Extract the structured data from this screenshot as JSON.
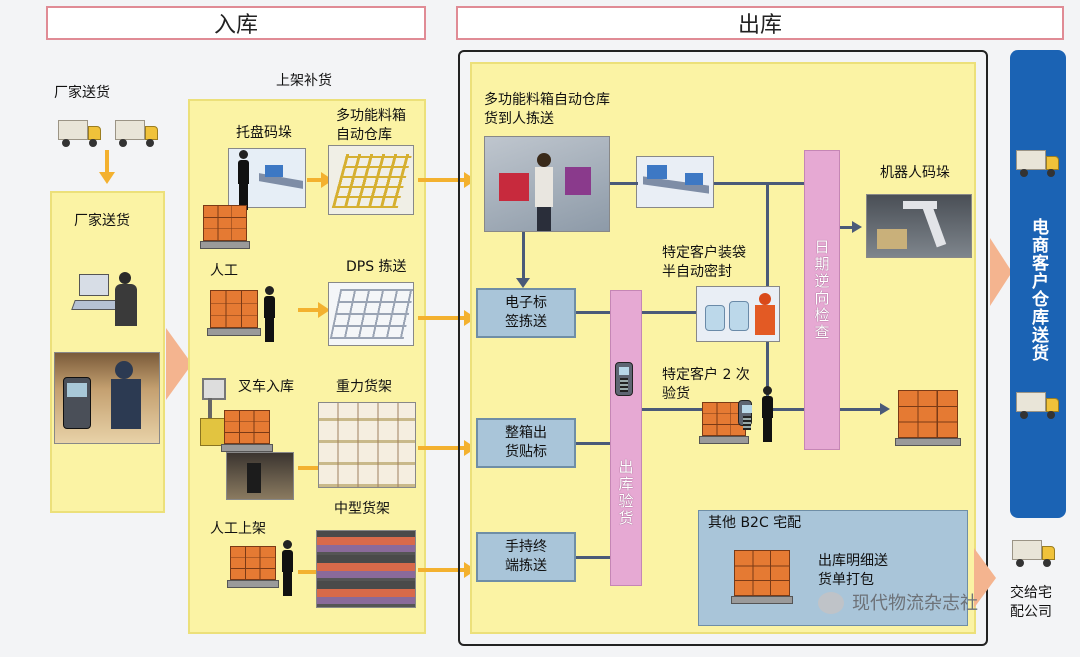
{
  "headers": {
    "inbound": "入库",
    "outbound": "出库"
  },
  "inbound": {
    "supplier_label": "厂家送货",
    "supplier_box_label": "厂家送货",
    "restock_title": "上架补货",
    "pallet_stack_label": "托盘码垛",
    "multi_bin_label": "多功能料箱\n自动仓库",
    "manual_label": "人工",
    "dps_label": "DPS 拣送",
    "forklift_label": "叉车入库",
    "gravity_rack_label": "重力货架",
    "manual_shelving_label": "人工上架",
    "medium_rack_label": "中型货架"
  },
  "outbound": {
    "multi_bin_g2p_label": "多功能料箱自动仓库\n货到人拣送",
    "electronic_label_box": "电子标\n签拣送",
    "full_case_box": "整箱出\n货贴标",
    "handheld_box": "手持终\n端拣送",
    "outbound_check_bar": "出库验货",
    "date_reverse_check_bar": "日期逆向检查",
    "bagging_label": "特定客户装袋\n半自动密封",
    "second_check_label": "特定客户 2 次\n验货",
    "robot_palletizing_label": "机器人码垛",
    "b2c_title": "其他 B2C 宅配",
    "b2c_detail": "出库明细送\n货单打包"
  },
  "right_side": {
    "ecom_bar_label": "电商客户仓库送货",
    "handover_label": "交给宅\n配公司"
  },
  "watermark": "现代物流杂志社",
  "colors": {
    "header_border": "#e08b95",
    "panel_yellow": "#fbf3a4",
    "process_blue": "#a9c5d9",
    "check_pink": "#e6a9d3",
    "ecom_blue": "#1b63b4",
    "flow_arrow": "#f3b12f",
    "flow_line": "#4a5a78"
  }
}
